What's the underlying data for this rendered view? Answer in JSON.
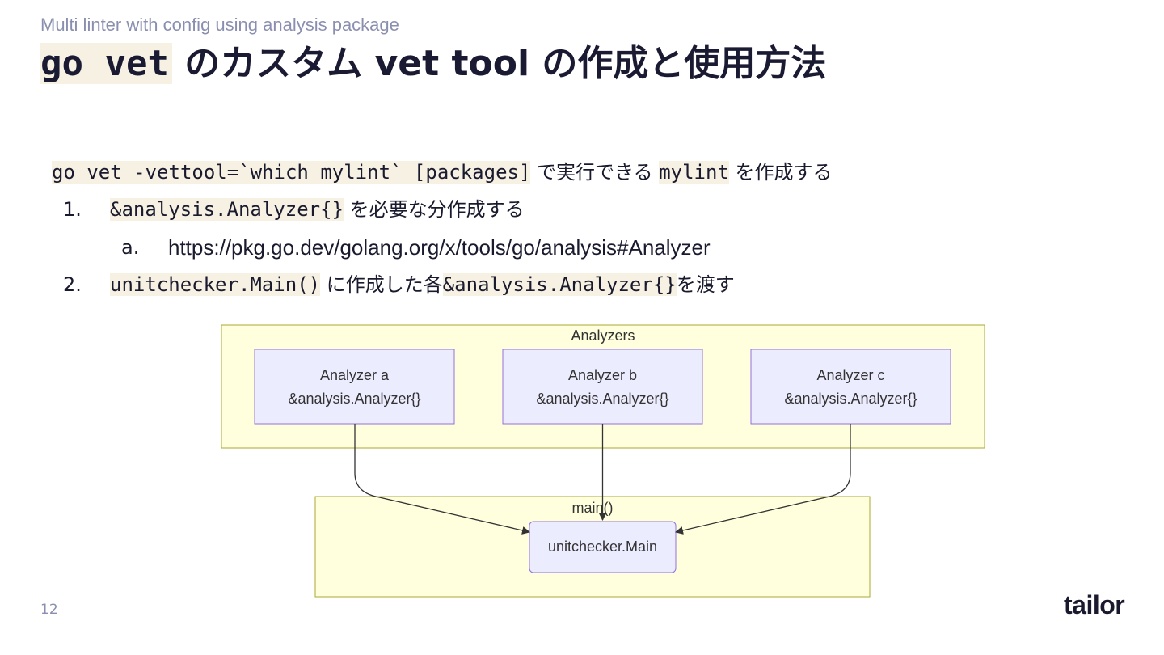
{
  "header": {
    "subtitle": "Multi linter with config using analysis package",
    "title_code": "go vet",
    "title_rest": " のカスタム vet tool の作成と使用方法"
  },
  "content": {
    "intro_code1": "go vet -vettool=`which mylint` [packages]",
    "intro_text1": " で実行できる ",
    "intro_code2": "mylint",
    "intro_text2": " を作成する",
    "items": [
      {
        "marker": "1.",
        "code": "&analysis.Analyzer{}",
        "text": " を必要な分作成する",
        "sub": {
          "marker": "a.",
          "link": "https://pkg.go.dev/golang.org/x/tools/go/analysis#Analyzer"
        }
      },
      {
        "marker": "2.",
        "code": "unitchecker.Main()",
        "text1": " に作成した各",
        "code2": "&analysis.Analyzer{}",
        "text2": "を渡す"
      }
    ]
  },
  "diagram": {
    "group_analyzers": "Analyzers",
    "analyzers": [
      {
        "name": "Analyzer a",
        "type": "&analysis.Analyzer{}"
      },
      {
        "name": "Analyzer b",
        "type": "&analysis.Analyzer{}"
      },
      {
        "name": "Analyzer c",
        "type": "&analysis.Analyzer{}"
      }
    ],
    "group_main": "main()",
    "target": "unitchecker.Main",
    "colors": {
      "group_fill": "#ffffde",
      "group_stroke": "#aaaa33",
      "node_fill": "#ececff",
      "node_stroke": "#9370db",
      "edge": "#333333"
    }
  },
  "footer": {
    "page_number": "12",
    "logo": "tailor"
  }
}
